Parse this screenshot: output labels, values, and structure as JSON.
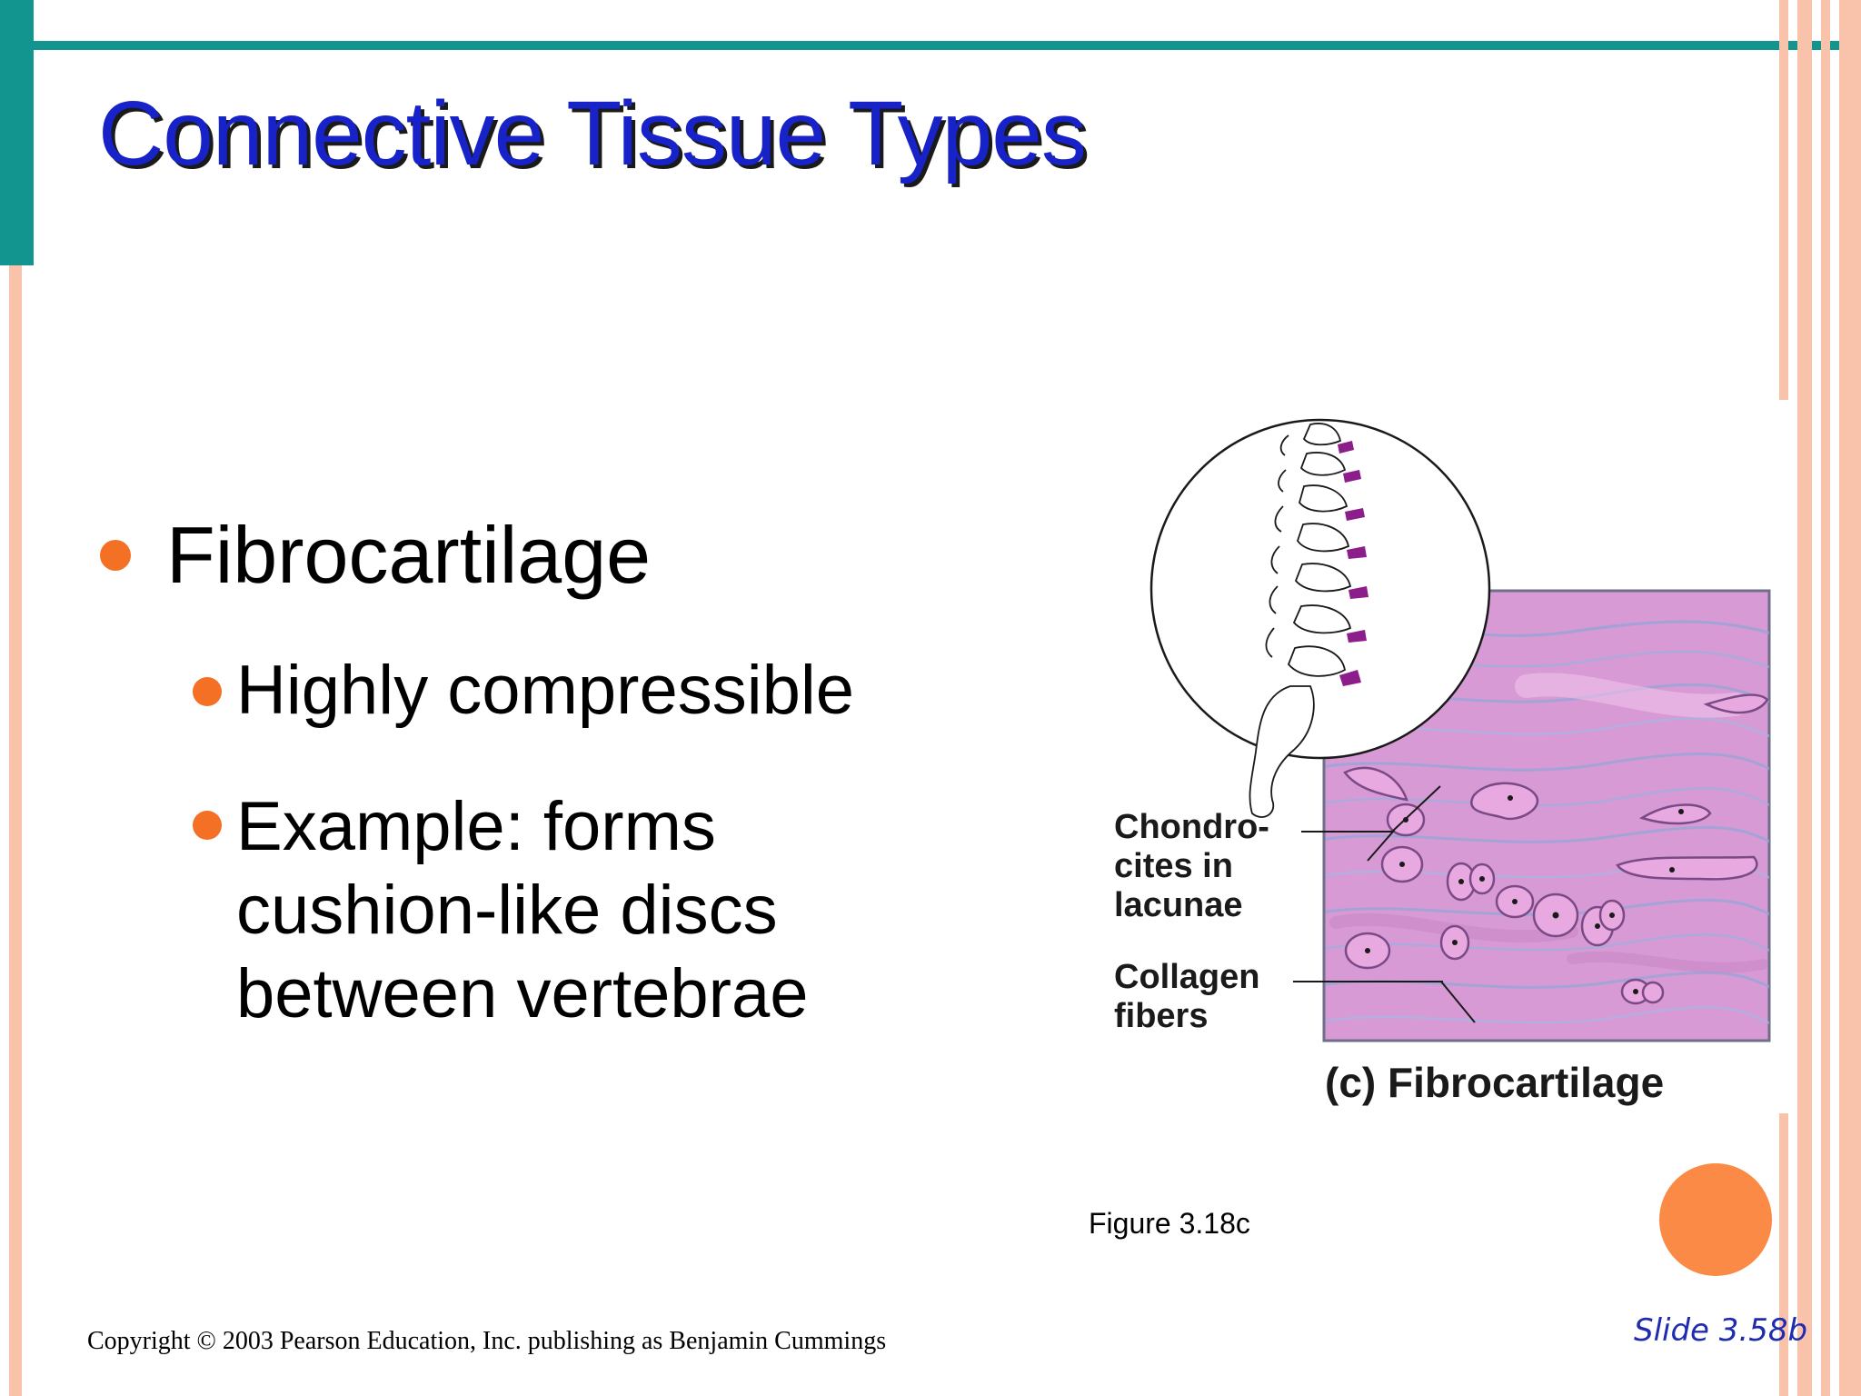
{
  "slide": {
    "title": "Connective Tissue Types",
    "bullets": [
      {
        "level": 1,
        "text": "Fibrocartilage"
      },
      {
        "level": 2,
        "text": "Highly compressible"
      },
      {
        "level": 2,
        "lines": [
          "Example: forms",
          "cushion-like discs",
          "between vertebrae"
        ]
      }
    ],
    "figure": {
      "labels": {
        "chondrocytes": [
          "Chondro-",
          "cites in",
          "lacunae"
        ],
        "collagen": [
          "Collagen",
          "fibers"
        ],
        "panel": "(c) Fibrocartilage"
      },
      "caption": "Figure 3.18c"
    },
    "copyright": "Copyright © 2003 Pearson Education, Inc. publishing as Benjamin Cummings",
    "slide_number": "Slide 3.58b"
  },
  "colors": {
    "title": "#1722c8",
    "bullet": "#f47024",
    "accent_teal": "#12958f",
    "accent_peach": "#f9c3ab",
    "accent_orange": "#fa8a45",
    "tissue": "#d89ad4",
    "disc": "#8b1e8a"
  }
}
